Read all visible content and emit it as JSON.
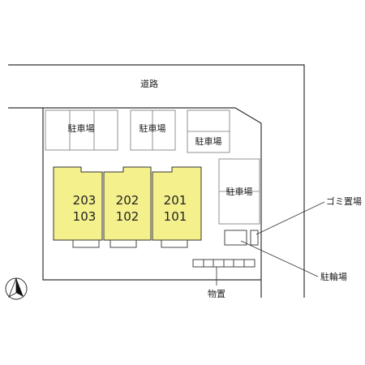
{
  "labels": {
    "road": "道路",
    "parking_1": "駐車場",
    "parking_2": "駐車場",
    "parking_3": "駐車場",
    "parking_4": "駐車場",
    "garbage": "ゴミ置場",
    "bicycle": "駐輪場",
    "storage": "物置"
  },
  "units": [
    {
      "upper": "203",
      "lower": "103"
    },
    {
      "upper": "202",
      "lower": "102"
    },
    {
      "upper": "201",
      "lower": "101"
    }
  ],
  "colors": {
    "building": "#f4f08c",
    "line": "#333333",
    "light_line": "#888888"
  },
  "icons": {
    "north": "north-arrow-icon"
  }
}
